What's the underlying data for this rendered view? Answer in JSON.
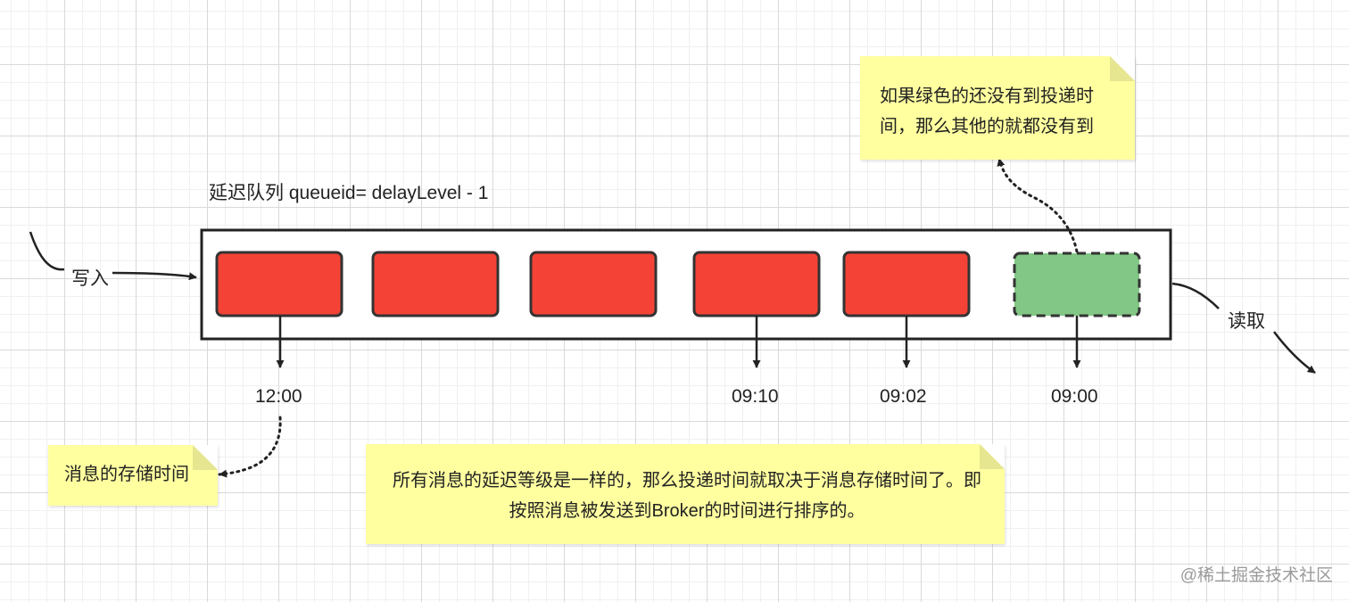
{
  "queue_label": "延迟队列 queueid= delayLevel - 1",
  "write_label": "写入",
  "read_label": "读取",
  "time_labels": [
    "12:00",
    "09:10",
    "09:02",
    "09:00"
  ],
  "note_green": "如果绿色的还没有到投递时间，那么其他的就都没有到",
  "note_storage": "消息的存储时间",
  "note_bottom": "所有消息的延迟等级是一样的，那么投递时间就取决于消息存储时间了。即按照消息被发送到Broker的时间进行排序的。",
  "watermark": "@稀土掘金技术社区",
  "colors": {
    "pending_message": "#f44336",
    "next_message": "#82c785",
    "note": "#ffffa0"
  }
}
